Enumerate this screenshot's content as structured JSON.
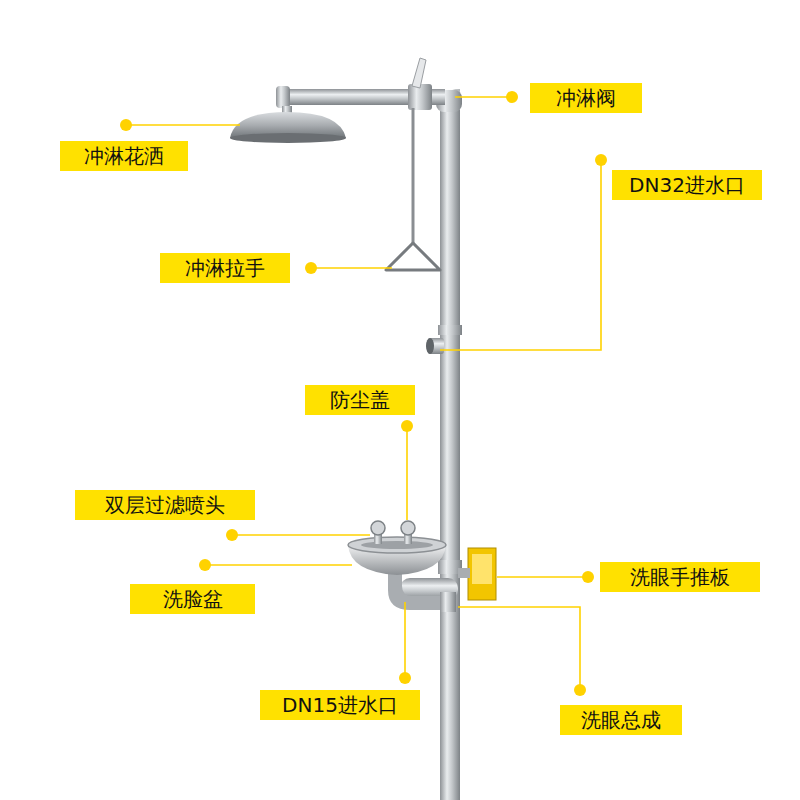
{
  "diagram": {
    "nodes": [
      {
        "text": [
          "冲淋阀"
        ]
      },
      {
        "text": [
          "冲淋花洒"
        ]
      },
      {
        "text": [
          "DN32进水口"
        ]
      },
      {
        "text": [
          "冲淋拉手"
        ]
      },
      {
        "text": [
          "防尘盖"
        ]
      },
      {
        "text": [
          "双层过滤喷头"
        ]
      },
      {
        "text": [
          "洗脸盆"
        ]
      },
      {
        "text": [
          "洗眼手推板"
        ]
      },
      {
        "text": [
          "DN15进水口"
        ]
      },
      {
        "text": [
          "洗眼总成"
        ]
      }
    ]
  }
}
